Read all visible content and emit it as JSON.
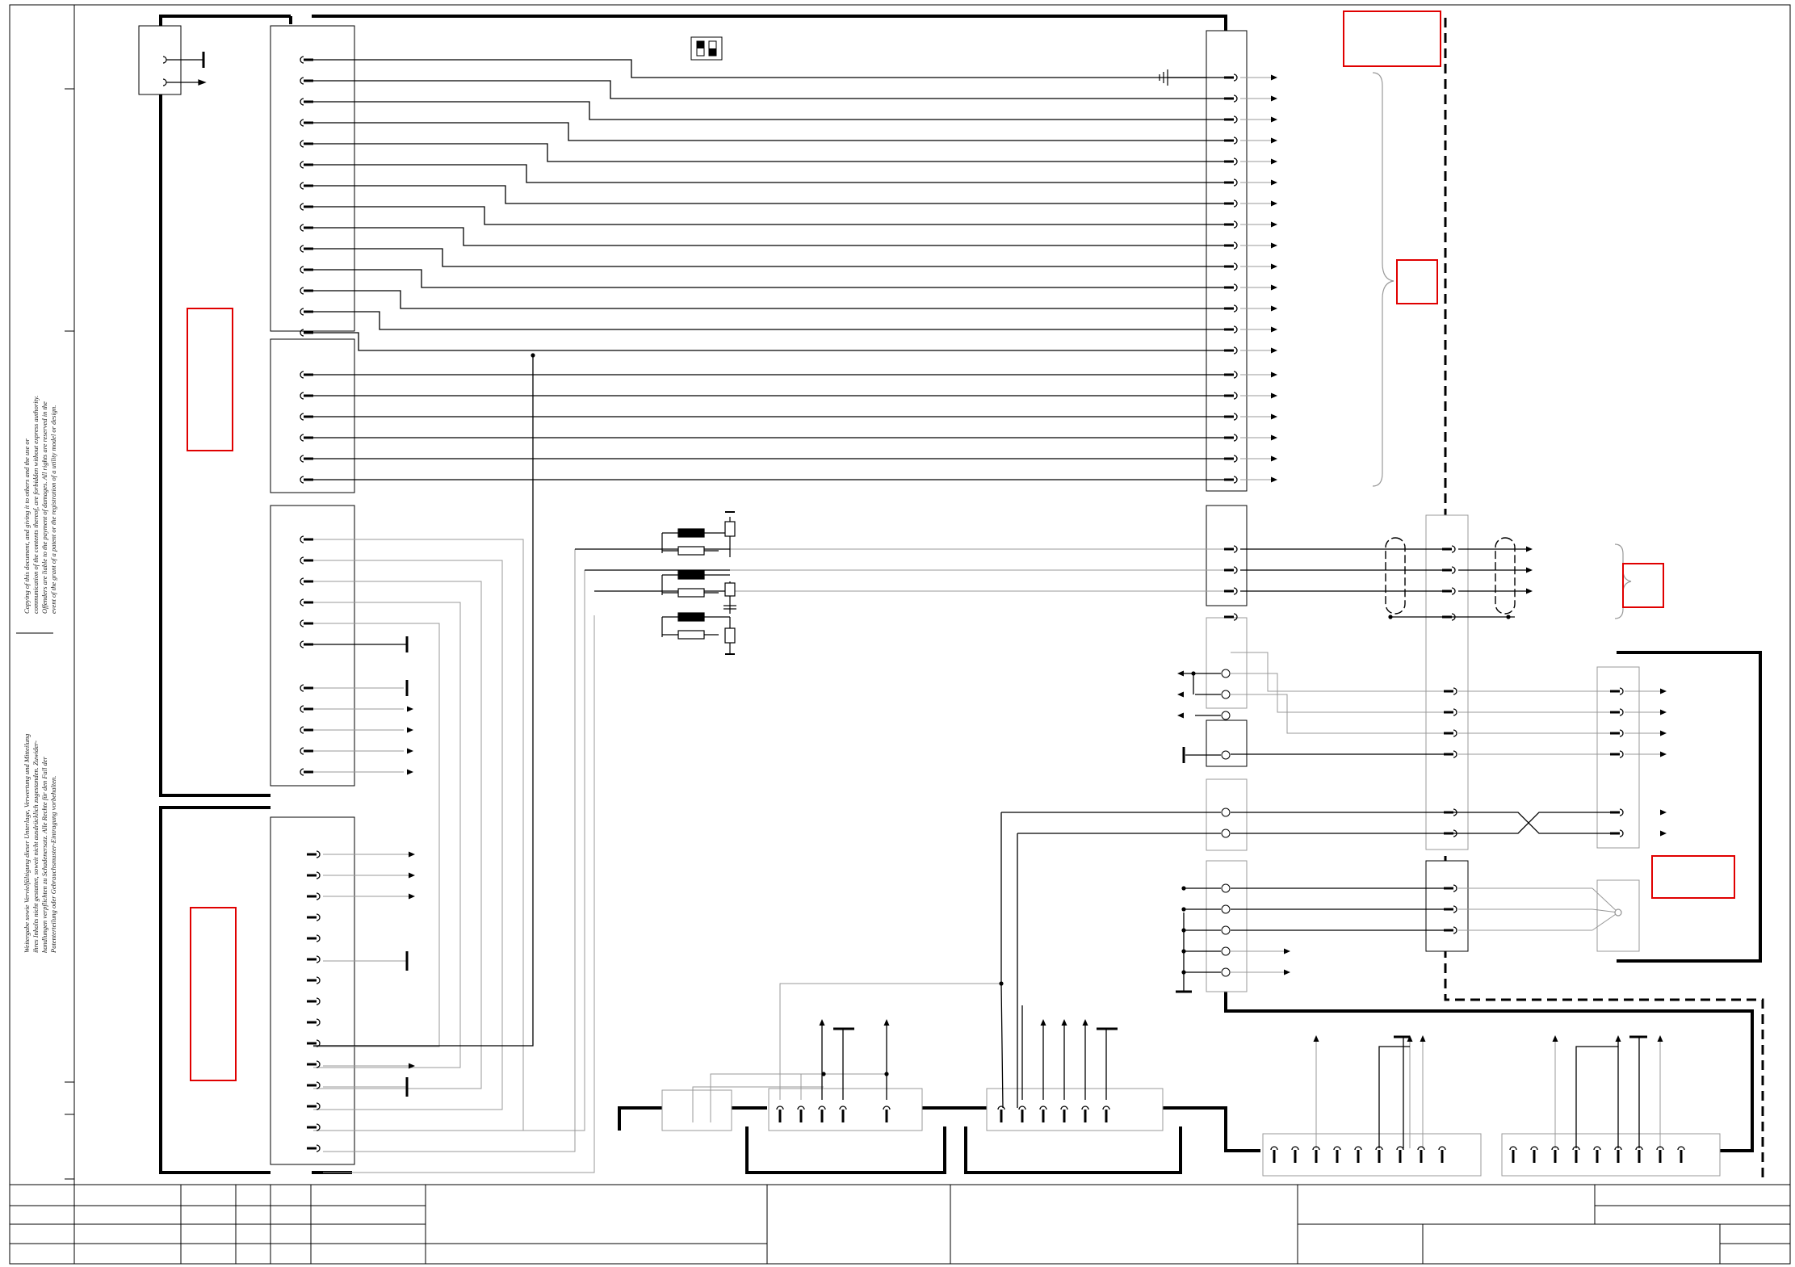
{
  "legal_notice": {
    "english": [
      "Copying of this document, and giving it to others and the use or",
      "communication of the contents thereof, are forbidden without express authority.",
      "Offenders are liable to the payment of damages. All rights are reserved in the",
      "event of the grant of a patent or the registration of a utility model or design."
    ],
    "german": [
      "Weitergabe sowie Vervielfältigung dieser Unterlage, Verwertung und Mitteilung",
      "ihres Inhalts nicht gestattet, soweit nicht ausdrücklich zugestanden. Zuwider-",
      "handlungen verpflichten zu Schadenersatz. Alle Rechte für den Fall der",
      "Patenterteilung oder Gebrauchsmuster-Eintragung vorbehalten."
    ]
  },
  "colors": {
    "line": "#000000",
    "thin_line": "#999999",
    "redaction": "#e00000",
    "background": "#ffffff"
  }
}
